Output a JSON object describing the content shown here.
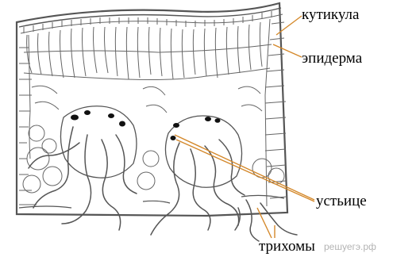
{
  "labels": {
    "cuticle": "кутикула",
    "epidermis": "эпидерма",
    "stomata": "устьице",
    "trichomes": "трихомы"
  },
  "watermark": "решуегэ.рф",
  "colors": {
    "outline": "#555555",
    "leader": "#d4882a",
    "background": "#ffffff",
    "label": "#000000"
  }
}
